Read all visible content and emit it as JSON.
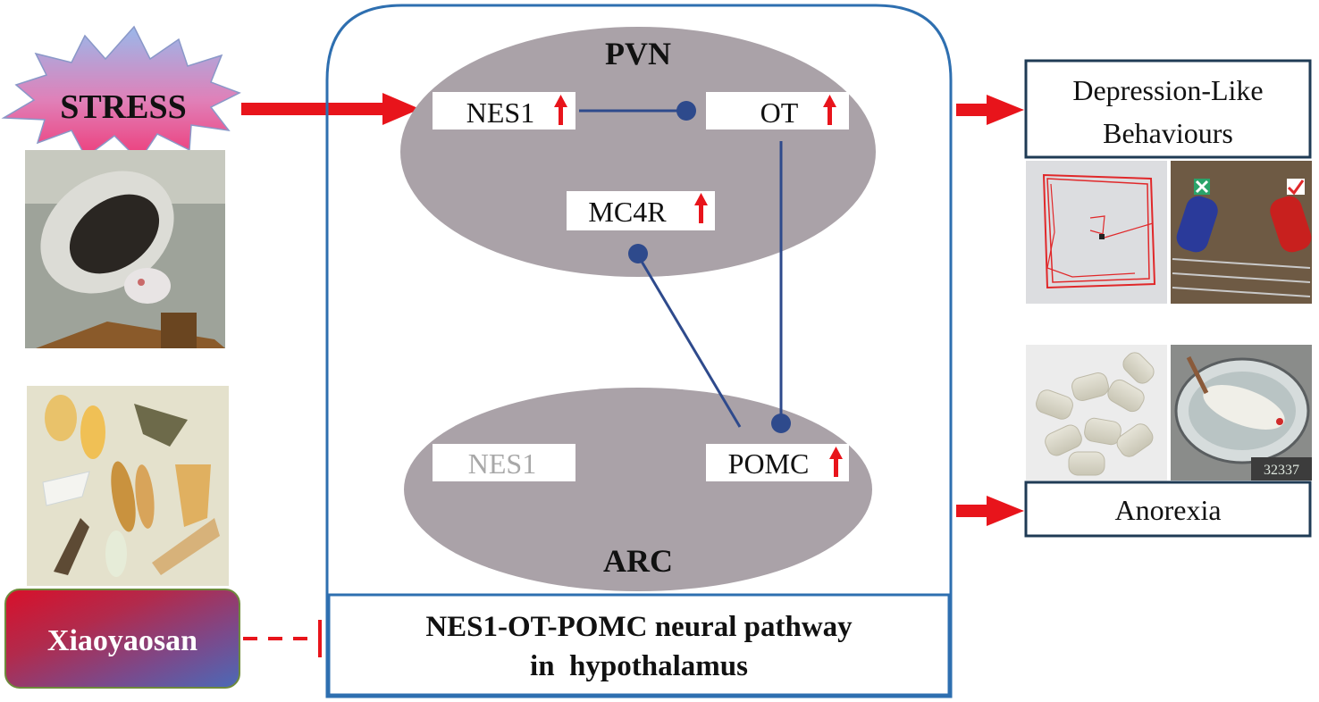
{
  "stress": {
    "label": "STRESS"
  },
  "xiaoyaosan": {
    "label": "Xiaoyaosan"
  },
  "hypothalamus": {
    "pvn": {
      "title": "PVN",
      "nes1": "NES1",
      "ot": "OT",
      "mc4r": "MC4R"
    },
    "arc": {
      "title": "ARC",
      "nes1": "NES1",
      "pomc": "POMC"
    },
    "pathway_line1": "NES1-OT-POMC neural pathway",
    "pathway_line2": "in  hypothalamus"
  },
  "outcomes": {
    "depression_line1": "Depression-Like",
    "depression_line2": "Behaviours",
    "anorexia": "Anorexia",
    "scale_readout": "32337"
  },
  "colors": {
    "arrow_red": "#e8141b",
    "connector_blue": "#2e4a8c",
    "frame_blue": "#2e6fb0",
    "nucleus_gray": "#aaa2a8",
    "outcome_border": "#1f3b55"
  }
}
